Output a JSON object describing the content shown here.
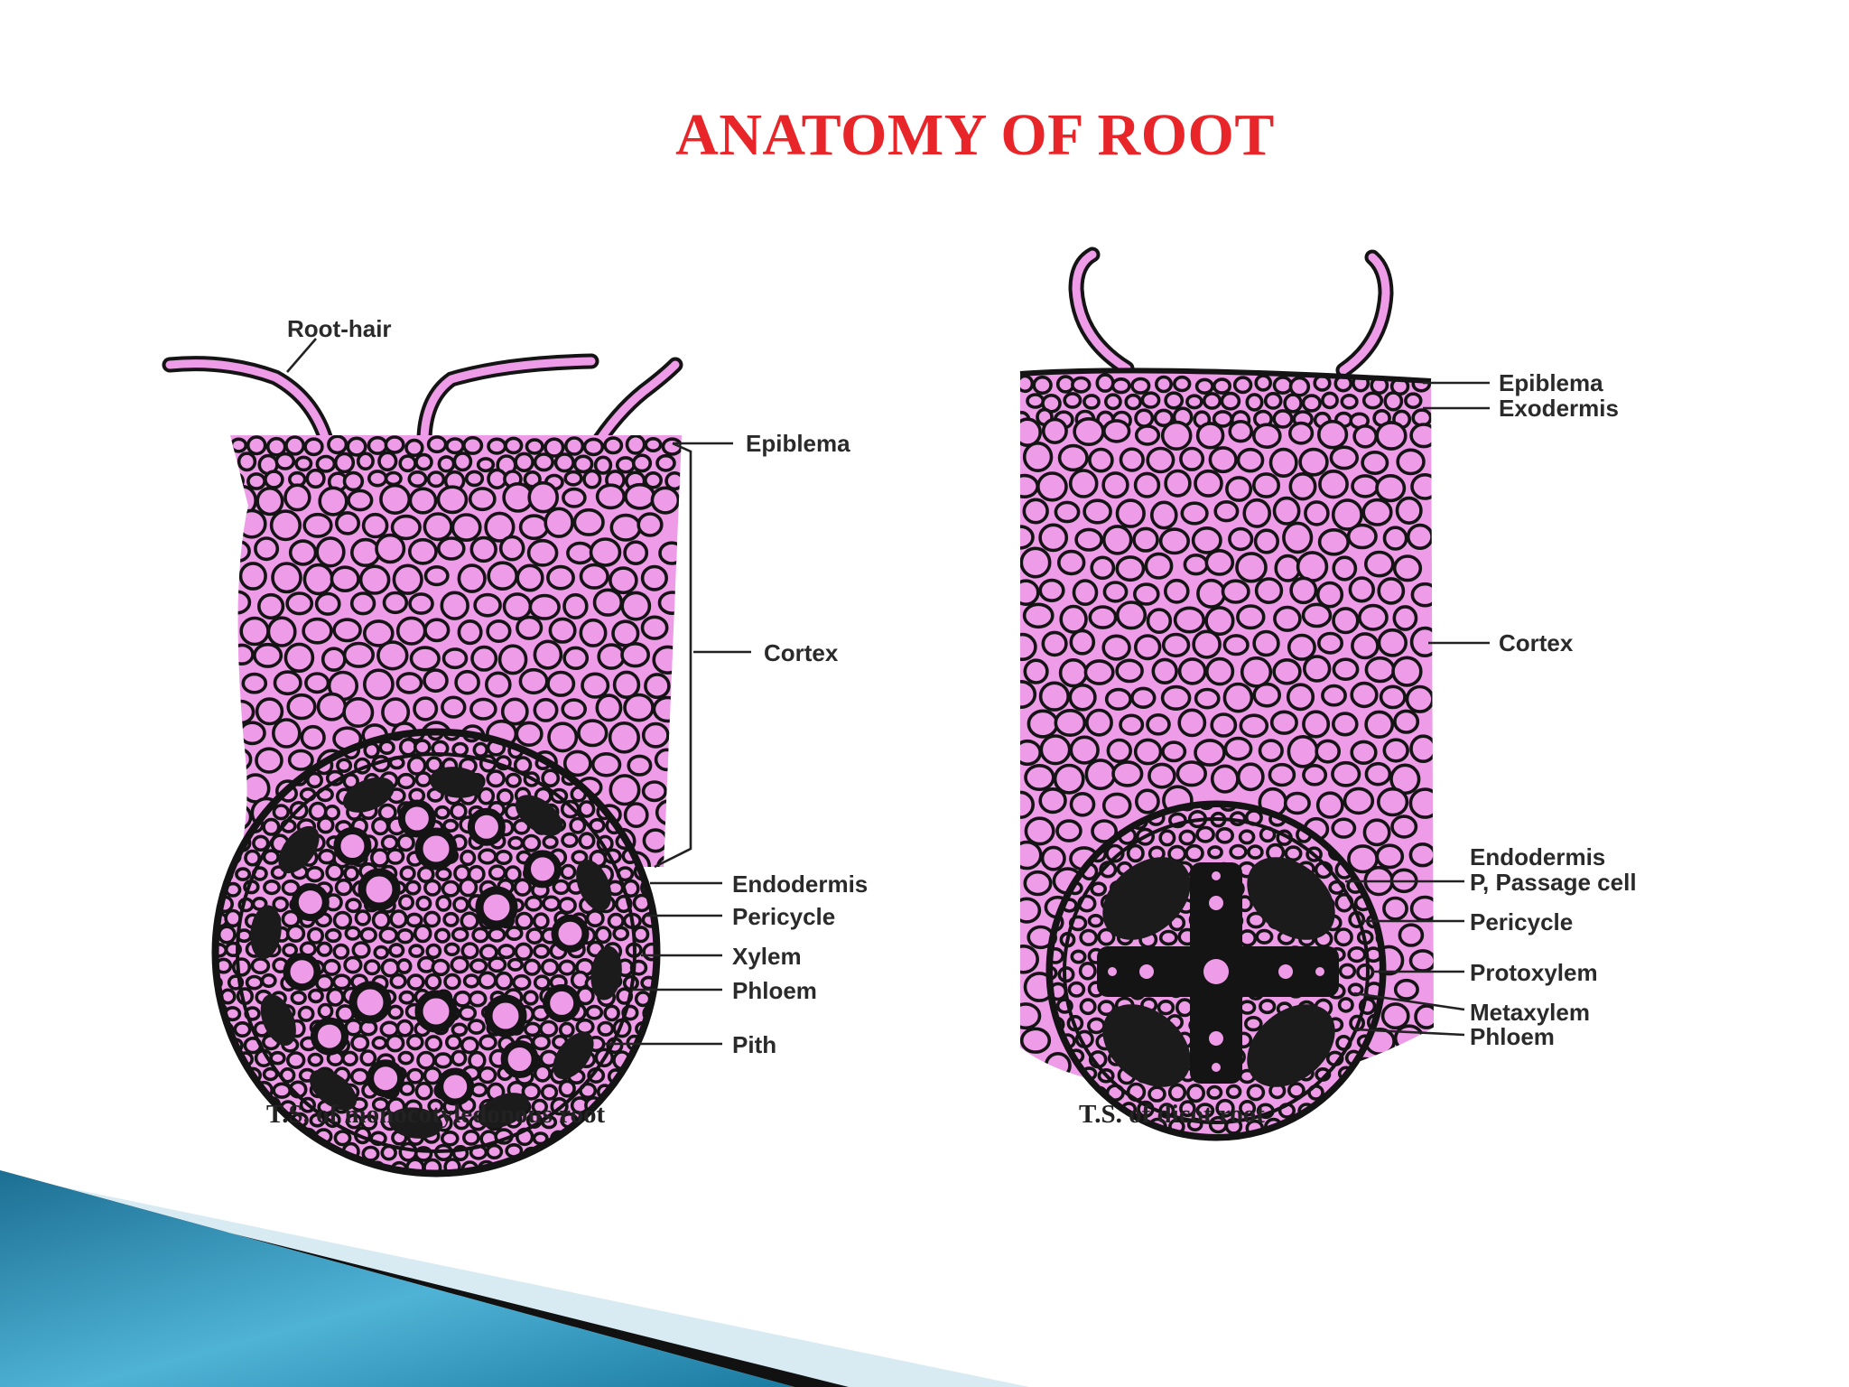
{
  "title": "ANATOMY OF ROOT",
  "colors": {
    "title": "#e8262a",
    "tissue_fill": "#ee9be8",
    "cell_outline": "#141414",
    "decor_blue": "#2a8fb5",
    "decor_light": "#d8eaf2"
  },
  "monocot": {
    "caption": "T.S. of monocotyledonous root",
    "labels": {
      "root_hair": "Root-hair",
      "epiblema": "Epiblema",
      "cortex": "Cortex",
      "endodermis": "Endodermis",
      "pericycle": "Pericycle",
      "xylem": "Xylem",
      "phloem": "Phloem",
      "pith": "Pith"
    }
  },
  "dicot": {
    "caption": "T.S. of dicot root",
    "labels": {
      "epiblema": "Epiblema",
      "exodermis": "Exodermis",
      "cortex": "Cortex",
      "endodermis": "Endodermis",
      "passage_cell": "P, Passage cell",
      "pericycle": "Pericycle",
      "protoxylem": "Protoxylem",
      "metaxylem": "Metaxylem",
      "phloem": "Phloem"
    }
  }
}
